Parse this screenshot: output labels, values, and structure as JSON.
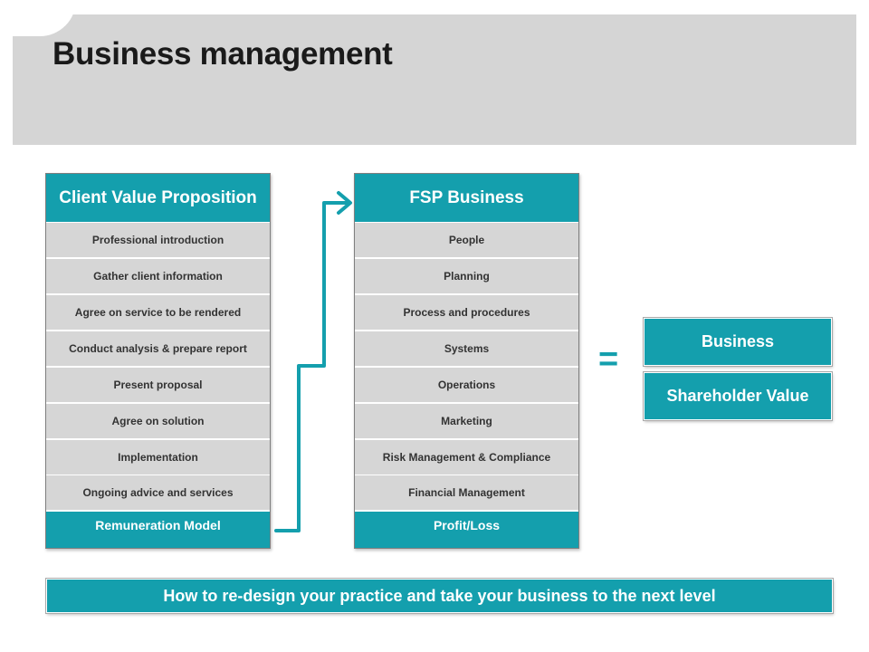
{
  "page": {
    "title": "Business management"
  },
  "left_column": {
    "title": "Client Value Proposition",
    "items": [
      "Professional introduction",
      "Gather client information",
      "Agree on service to be rendered",
      "Conduct analysis & prepare report",
      "Present proposal",
      "Agree on solution",
      "Implementation",
      "Ongoing advice and services"
    ],
    "footer": "Remuneration Model"
  },
  "middle_column": {
    "title": "FSP Business",
    "items": [
      "People",
      "Planning",
      "Process and procedures",
      "Systems",
      "Operations",
      "Marketing",
      "Risk Management & Compliance",
      "Financial Management"
    ],
    "footer": "Profit/Loss"
  },
  "equals_sign": "=",
  "results": {
    "business": "Business",
    "shareholder_value": "Shareholder Value"
  },
  "banner": "How to re-design your practice and take your business to the next level",
  "colors": {
    "accent": "#149fad",
    "item_background": "#d6d6d6",
    "header_band": "#d5d5d5"
  }
}
